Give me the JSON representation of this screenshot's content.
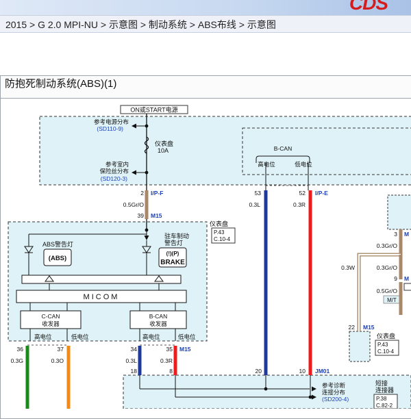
{
  "header": {
    "logo": "CDS",
    "breadcrumb": "2015 > G 2.0 MPI-NU > 示意图 > 制动系统 > ABS布线 > 示意图"
  },
  "panel": {
    "title": "防抱死制动系统(ABS)(1)"
  },
  "diagram": {
    "power_label": "ON或START电源",
    "ref_power": "参考电源分布",
    "ref_power_code": "(SD110-9)",
    "fuse_name": "仪表盘",
    "fuse_rating": "10A",
    "ref_fuse1": "参考室内",
    "ref_fuse2": "保险丝分布",
    "ref_fuse_code": "(SD120-3)",
    "bcan": "B-CAN",
    "high": "高电位",
    "low": "低电位",
    "pin_2": "2",
    "conn_ipf": "I/P-F",
    "wire_05grO": "0.5Gr/O",
    "pin_39": "39",
    "conn_m15": "M15",
    "pin_53": "53",
    "pin_52": "52",
    "conn_ipe": "I/P-E",
    "wire_03l": "0.3L",
    "wire_03r": "0.3R",
    "cluster_name": "仪表盘",
    "cluster_ref1": "P.43",
    "cluster_ref2": "C.10-4",
    "abs_lamp": "ABS警告灯",
    "abs_icon": "(ABS)",
    "park_lamp1": "驻车制动",
    "park_lamp2": "警告灯",
    "brake_icon_top": "(!)(P)",
    "brake_icon": "BRAKE",
    "micom": "MICOM",
    "ccan_trans1": "C-CAN",
    "ccan_trans2": "收发器",
    "bcan_trans1": "B-CAN",
    "bcan_trans2": "收发器",
    "pin_36": "36",
    "pin_37": "37",
    "pin_34": "34",
    "pin_35": "35",
    "wire_03g": "0.3G",
    "wire_03o": "0.3O",
    "pin_18": "18",
    "pin_8": "8",
    "pin_20": "20",
    "pin_10": "10",
    "conn_jm01": "JM01",
    "ref_diag1": "参考诊断",
    "ref_diag2": "连接分布",
    "ref_diag_code": "(SD200-4)",
    "short1": "短接",
    "short2": "连接器",
    "short_ref1": "P.38",
    "short_ref2": "C.82-2",
    "pin_3": "3",
    "conn_m_right": "M",
    "wire_03grO": "0.3Gr/O",
    "wire_03w": "0.3W",
    "wire_03grO_b": "0.3Gr/O",
    "pin_9": "9",
    "wire_05grO_b": "0.5Gr/O",
    "mt": "M/T",
    "pin_22": "22",
    "conn_m15_b": "M15",
    "cluster2_name": "仪表盘",
    "cluster2_ref1": "P.43",
    "cluster2_ref2": "C.10-4",
    "colors": {
      "panel_fill": "#dff2f7",
      "wire_blue": "#1f3a9e",
      "wire_red": "#ee1c1c",
      "wire_green": "#1a8a1a",
      "wire_orange": "#f08a18",
      "wire_brown": "#a88868",
      "accent_text": "#1a3fb8"
    }
  }
}
